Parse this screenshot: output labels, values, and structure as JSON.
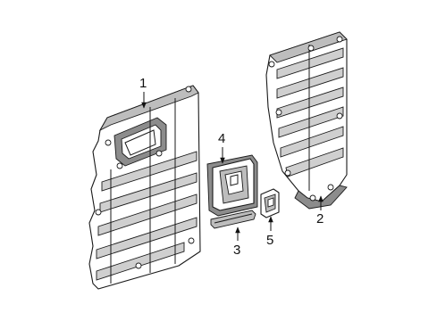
{
  "diagram": {
    "callouts": [
      {
        "id": "1",
        "label": "1"
      },
      {
        "id": "2",
        "label": "2"
      },
      {
        "id": "3",
        "label": "3"
      },
      {
        "id": "4",
        "label": "4"
      },
      {
        "id": "5",
        "label": "5"
      }
    ]
  }
}
